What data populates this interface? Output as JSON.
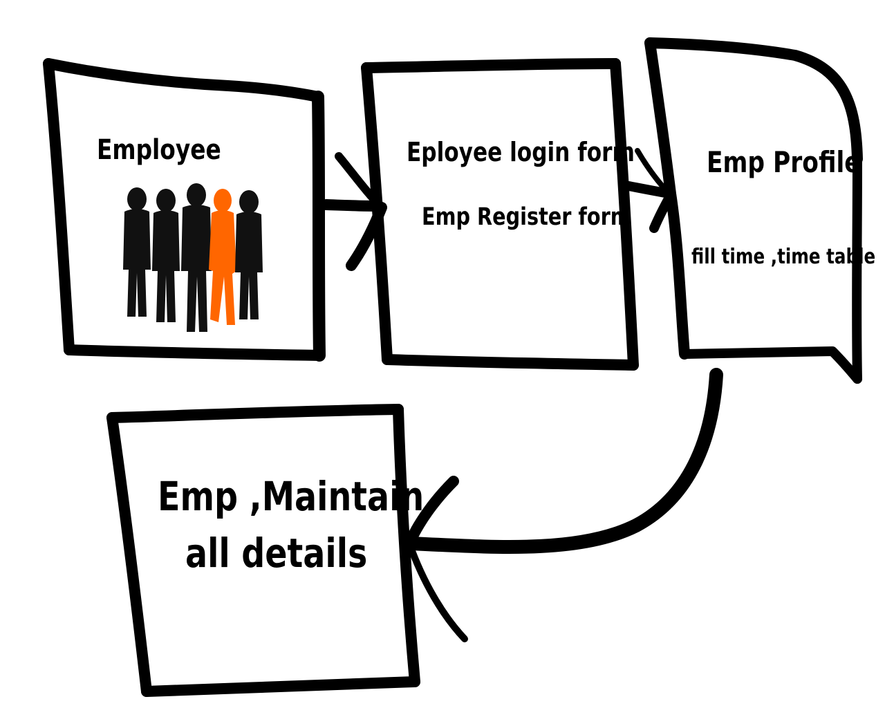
{
  "boxes": [
    {
      "id": "employee",
      "lines": [
        "Employee"
      ]
    },
    {
      "id": "login",
      "lines": [
        "Eployee login form",
        "Emp Register form"
      ]
    },
    {
      "id": "profile",
      "lines": [
        "Emp Profile",
        "fill time ,time table"
      ]
    },
    {
      "id": "maintain",
      "lines": [
        "Emp ,Maintain",
        "all details"
      ]
    }
  ],
  "colors": {
    "stroke": "#000000",
    "highlight": "#ff6600",
    "silhouette": "#111111",
    "background": "#ffffff"
  },
  "icons": {
    "employee_group": "people-group-icon"
  }
}
